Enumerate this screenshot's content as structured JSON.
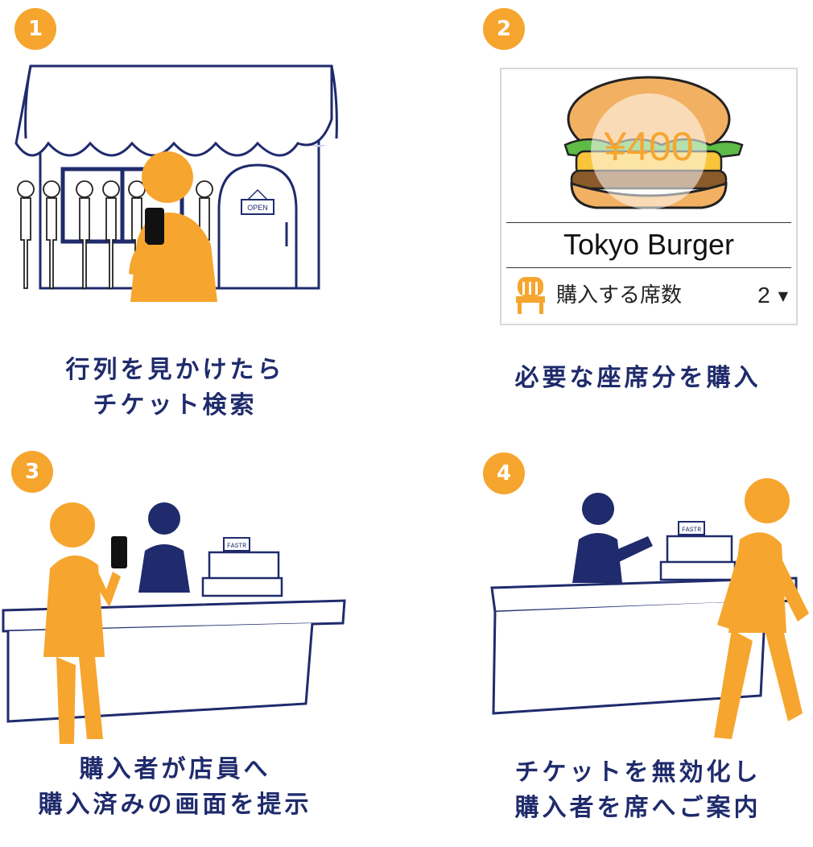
{
  "steps": [
    {
      "number": "1",
      "caption": [
        "行列を見かけたら",
        "チケット検索"
      ]
    },
    {
      "number": "2",
      "caption": [
        "必要な座席分を購入"
      ]
    },
    {
      "number": "3",
      "caption": [
        "購入者が店員へ",
        "購入済みの画面を提示"
      ]
    },
    {
      "number": "4",
      "caption": [
        "チケットを無効化し",
        "購入者を席へご案内"
      ]
    }
  ],
  "store": {
    "door_sign": "OPEN"
  },
  "ticket": {
    "price": "¥400",
    "name": "Tokyo Burger",
    "seats_label": "購入する席数",
    "seats_value": "2",
    "dropdown_glyph": "▼"
  },
  "register_sign": "FASTR",
  "colors": {
    "accent": "#F6A52E",
    "navy": "#1F2B6C",
    "awning_shadow": "#C9D2EE"
  }
}
